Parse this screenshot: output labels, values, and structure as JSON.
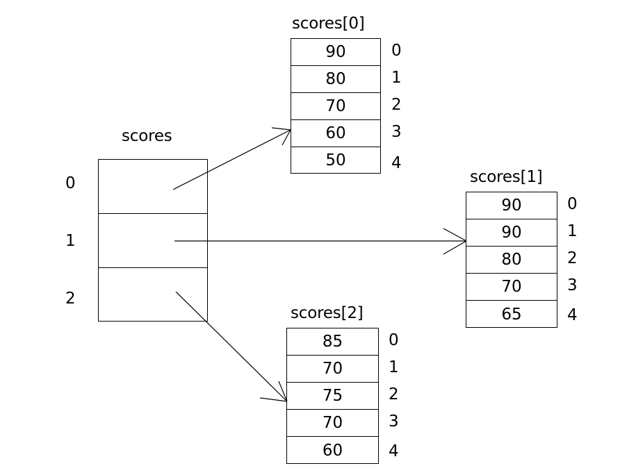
{
  "diagram": {
    "title_pointer_array": "scores",
    "pointer_array": {
      "name": "scores",
      "indices": [
        "0",
        "1",
        "2"
      ],
      "cells": [
        "",
        "",
        ""
      ]
    },
    "arrays": [
      {
        "name": "scores[0]",
        "values": [
          "90",
          "80",
          "70",
          "60",
          "50"
        ],
        "indices": [
          "0",
          "1",
          "2",
          "3",
          "4"
        ]
      },
      {
        "name": "scores[1]",
        "values": [
          "90",
          "90",
          "80",
          "70",
          "65"
        ],
        "indices": [
          "0",
          "1",
          "2",
          "3",
          "4"
        ]
      },
      {
        "name": "scores[2]",
        "values": [
          "85",
          "70",
          "75",
          "70",
          "60"
        ],
        "indices": [
          "0",
          "1",
          "2",
          "3",
          "4"
        ]
      }
    ],
    "arrows": [
      {
        "from_cell": "0",
        "to_array": "scores[0]"
      },
      {
        "from_cell": "1",
        "to_array": "scores[1]"
      },
      {
        "from_cell": "2",
        "to_array": "scores[2]"
      }
    ],
    "colors": {
      "stroke": "#000000",
      "background": "#ffffff",
      "text": "#000000"
    }
  }
}
